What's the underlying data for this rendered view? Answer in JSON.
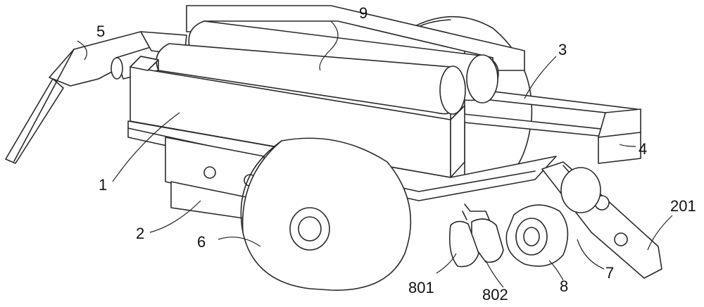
{
  "labels": {
    "l1": "1",
    "l2": "2",
    "l3": "3",
    "l4": "4",
    "l5": "5",
    "l6": "6",
    "l7": "7",
    "l8": "8",
    "l9": "9",
    "l201": "201",
    "l801": "801",
    "l802": "802"
  }
}
